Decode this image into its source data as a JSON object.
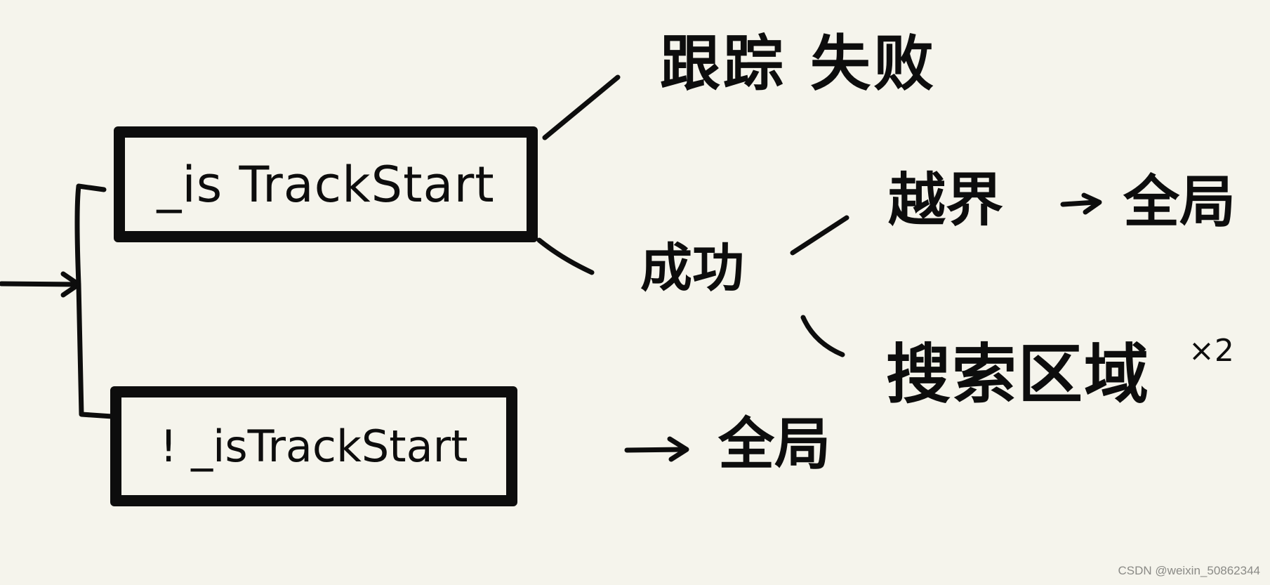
{
  "diagram": {
    "boxes": {
      "is_track_start": "_is TrackStart",
      "not_is_track_start": "! _isTrackStart"
    },
    "labels": {
      "tracking_failed": "跟踪 失败",
      "success": "成功",
      "out_of_bounds": "越界",
      "global_1": "全局",
      "search_region": "搜索区域",
      "times_two": "×2",
      "global_2": "全局"
    }
  },
  "watermark": "CSDN @weixin_50862344",
  "colors": {
    "ink": "#0d0d0d",
    "paper": "#f5f4ec",
    "watermark": "#8a8a86"
  }
}
